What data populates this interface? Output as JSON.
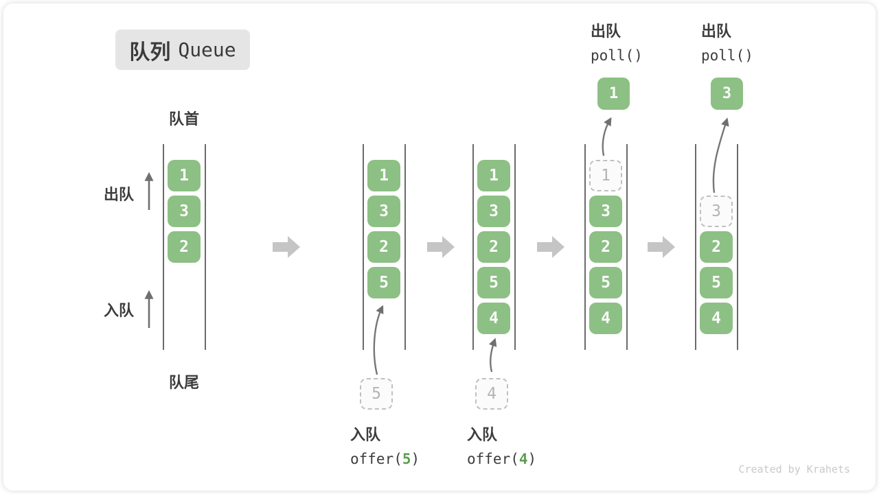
{
  "card_title": {
    "zh": "队列",
    "en": "Queue"
  },
  "labels": {
    "front": "队首",
    "rear": "队尾",
    "dequeue_side": "出队",
    "enqueue_side": "入队"
  },
  "watermark": "Created by Krahets",
  "colors": {
    "cell_green": "#8dc084",
    "code_arg_green": "#5c9e52",
    "block_arrow_gray": "#c5c5c5",
    "wall_line_gray": "#6a6a6a",
    "text_dark": "#3c3c3c",
    "dashed_border_gray": "#c0c0c0",
    "badge_bg": "#e5e5e5",
    "watermark_gray": "#c9c9c9"
  },
  "icons": {
    "step": "block-right-arrow-icon",
    "side": "thin-up-arrow-icon",
    "move": "curved-arrow-icon"
  },
  "queues": [
    {
      "cells": [
        {
          "slot": 1,
          "value": "1"
        },
        {
          "slot": 2,
          "value": "3"
        },
        {
          "slot": 3,
          "value": "2"
        }
      ]
    },
    {
      "cells": [
        {
          "slot": 1,
          "value": "1"
        },
        {
          "slot": 2,
          "value": "3"
        },
        {
          "slot": 3,
          "value": "2"
        },
        {
          "slot": 4,
          "value": "5"
        }
      ],
      "source": {
        "value": "5"
      },
      "action": {
        "label_zh": "入队",
        "code_prefix": "offer(",
        "code_arg": "5",
        "code_suffix": ")"
      }
    },
    {
      "cells": [
        {
          "slot": 1,
          "value": "1"
        },
        {
          "slot": 2,
          "value": "3"
        },
        {
          "slot": 3,
          "value": "2"
        },
        {
          "slot": 4,
          "value": "5"
        },
        {
          "slot": 5,
          "value": "4"
        }
      ],
      "source": {
        "value": "4"
      },
      "action": {
        "label_zh": "入队",
        "code_prefix": "offer(",
        "code_arg": "4",
        "code_suffix": ")"
      }
    },
    {
      "cells": [
        {
          "slot": 1,
          "value": "1",
          "variant": "dashed"
        },
        {
          "slot": 2,
          "value": "3"
        },
        {
          "slot": 3,
          "value": "2"
        },
        {
          "slot": 4,
          "value": "5"
        },
        {
          "slot": 5,
          "value": "4"
        }
      ],
      "out": {
        "value": "1"
      },
      "action": {
        "label_zh": "出队",
        "code": "poll()"
      }
    },
    {
      "cells": [
        {
          "slot": 2,
          "value": "3",
          "variant": "dashed"
        },
        {
          "slot": 3,
          "value": "2"
        },
        {
          "slot": 4,
          "value": "5"
        },
        {
          "slot": 5,
          "value": "4"
        }
      ],
      "out": {
        "value": "3"
      },
      "action": {
        "label_zh": "出队",
        "code": "poll()"
      }
    }
  ]
}
